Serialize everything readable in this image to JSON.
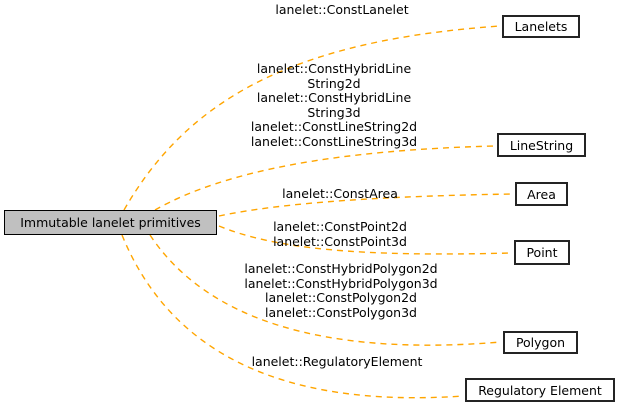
{
  "diagram": {
    "background_color": "#ffffff",
    "edge_color": "#ffa500",
    "root_node": {
      "label": "Immutable lanelet primitives",
      "fill_color": "#c0c0c0",
      "border_color": "#000000"
    },
    "nodes": [
      {
        "id": "lanelets",
        "label": "Lanelets"
      },
      {
        "id": "linestring",
        "label": "LineString"
      },
      {
        "id": "area",
        "label": "Area"
      },
      {
        "id": "point",
        "label": "Point"
      },
      {
        "id": "polygon",
        "label": "Polygon"
      },
      {
        "id": "regulatory-element",
        "label": "Regulatory Element"
      }
    ],
    "edge_labels": [
      {
        "target": "lanelets",
        "lines": [
          "lanelet::ConstLanelet"
        ]
      },
      {
        "target": "linestring",
        "lines": [
          "lanelet::ConstHybridLine",
          "String2d",
          "lanelet::ConstHybridLine",
          "String3d",
          "lanelet::ConstLineString2d",
          "lanelet::ConstLineString3d"
        ]
      },
      {
        "target": "area",
        "lines": [
          "lanelet::ConstArea"
        ]
      },
      {
        "target": "point",
        "lines": [
          "lanelet::ConstPoint2d",
          "lanelet::ConstPoint3d"
        ]
      },
      {
        "target": "polygon",
        "lines": [
          "lanelet::ConstHybridPolygon2d",
          "lanelet::ConstHybridPolygon3d",
          "lanelet::ConstPolygon2d",
          "lanelet::ConstPolygon3d"
        ]
      },
      {
        "target": "regulatory-element",
        "lines": [
          "lanelet::RegulatoryElement"
        ]
      }
    ]
  }
}
